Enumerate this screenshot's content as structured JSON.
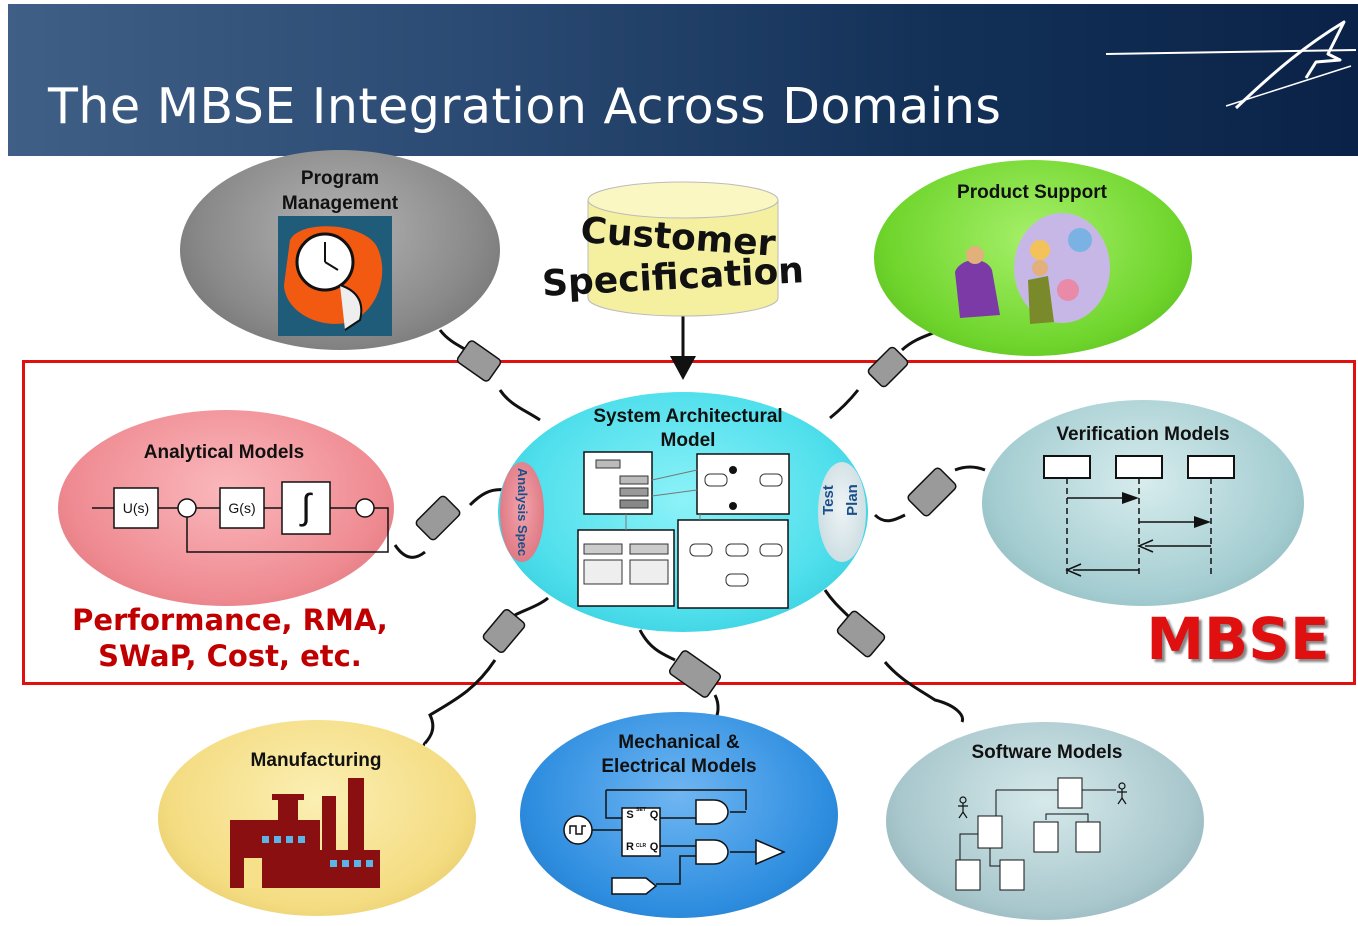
{
  "header": {
    "title": "The MBSE Integration Across Domains",
    "logo_icon": "star-logo-icon"
  },
  "center": {
    "title_line1": "System Architectural",
    "title_line2": "Model",
    "left_tab": "Analysis Spec",
    "right_tab_line1": "Test",
    "right_tab_line2": "Plan"
  },
  "customer_spec": {
    "line1": "Customer",
    "line2": "Specification"
  },
  "nodes": {
    "program_management": {
      "line1": "Program",
      "line2": "Management"
    },
    "product_support": {
      "label": "Product Support"
    },
    "analytical_models": {
      "label": "Analytical Models",
      "block_u": "U(s)",
      "block_g": "G(s)",
      "block_int": "∫"
    },
    "verification_models": {
      "label": "Verification Models"
    },
    "manufacturing": {
      "label": "Manufacturing"
    },
    "mechanical_electrical": {
      "line1": "Mechanical &",
      "line2": "Electrical Models",
      "latch_s": "S",
      "latch_r": "R",
      "latch_set": "SET",
      "latch_clr": "CLR",
      "latch_q1": "Q",
      "latch_q2": "Q"
    },
    "software_models": {
      "label": "Software Models"
    }
  },
  "performance": {
    "line1": "Performance, RMA,",
    "line2": "SWaP, Cost, etc."
  },
  "mbse_label": "MBSE",
  "colors": {
    "header_dark": "#0b2248",
    "frame_red": "#e01010",
    "text_red": "#c00000",
    "center_cyan": "#4fe0ee",
    "pm_gray": "#8c8c8c",
    "ps_green": "#7de03a",
    "analytical_pink": "#f08a92",
    "verification_teal": "#a9cfd2",
    "manufacturing_yellow": "#f6e08a",
    "mechanical_blue": "#2f8ee0",
    "software_teal": "#a8c7cc"
  }
}
